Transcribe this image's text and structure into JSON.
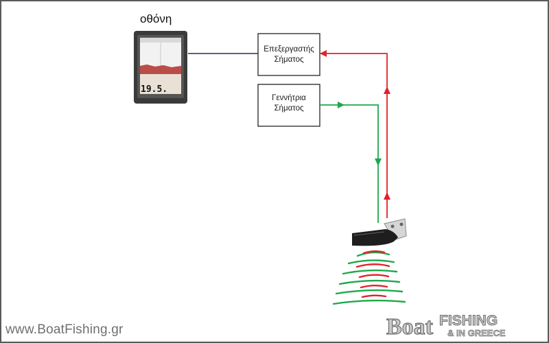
{
  "display": {
    "title": "οθόνη",
    "depth_readout": "19.5."
  },
  "boxes": {
    "processor": {
      "line1": "Επεξεργαστής",
      "line2": "Σήματος"
    },
    "generator": {
      "line1": "Γεννήτρια",
      "line2": "Σήματος"
    }
  },
  "watermark": {
    "url": "www.BoatFishing.gr",
    "logo_text": "BoatFISHING IN GREECE"
  },
  "colors": {
    "return_signal": "#e0222a",
    "transmit_signal": "#1ea84a",
    "display_link": "#2a2a5a",
    "box_border": "#222222"
  }
}
